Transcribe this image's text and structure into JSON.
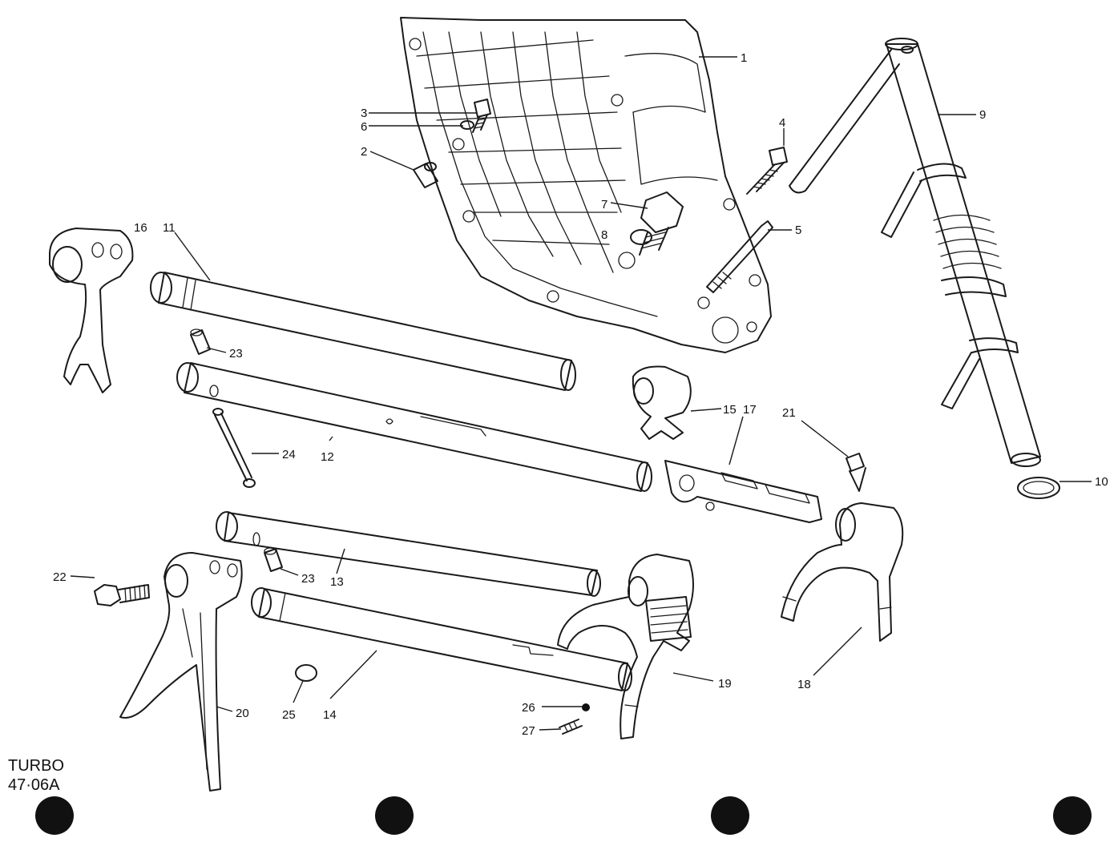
{
  "caption": {
    "line1": "TURBO",
    "line2": "47·06A"
  },
  "callouts": [
    "1",
    "2",
    "3",
    "4",
    "5",
    "6",
    "7",
    "8",
    "9",
    "10",
    "11",
    "12",
    "13",
    "14",
    "15",
    "16",
    "17",
    "18",
    "19",
    "20",
    "21",
    "22",
    "23",
    "23",
    "24",
    "25",
    "26",
    "27"
  ],
  "colors": {
    "ink": "#1a1a1a",
    "paper": "#ffffff"
  }
}
